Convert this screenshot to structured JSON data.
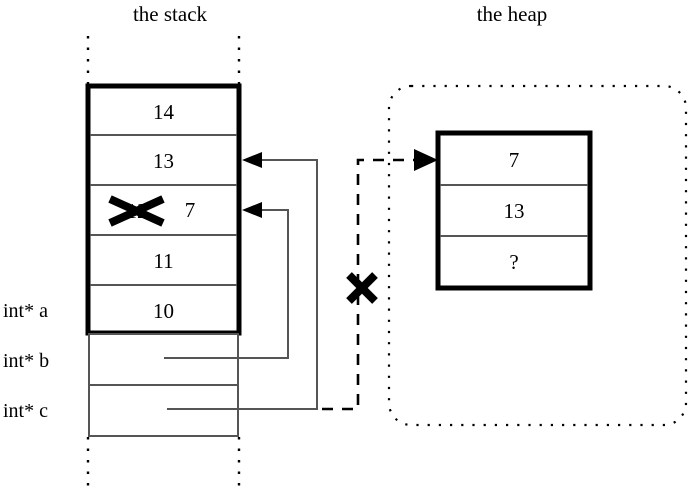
{
  "diagram": {
    "title_stack": "the stack",
    "title_heap": "the heap",
    "stack": {
      "frame_cells": [
        {
          "value": "14"
        },
        {
          "value": "13"
        },
        {
          "value": "12",
          "struck": true,
          "replacement": "7"
        },
        {
          "value": "11"
        },
        {
          "value": "10"
        }
      ],
      "pointer_rows": [
        {
          "label": "int* a"
        },
        {
          "label": "int* b"
        },
        {
          "label": "int* c"
        }
      ]
    },
    "heap": {
      "cells": [
        {
          "value": "7"
        },
        {
          "value": "13"
        },
        {
          "value": "?"
        }
      ]
    },
    "annotations": {
      "cancel_mark": "X",
      "strike_mark": "X"
    },
    "colors": {
      "stroke": "#000000",
      "thin_stroke": "#555555",
      "background": "#ffffff"
    }
  }
}
